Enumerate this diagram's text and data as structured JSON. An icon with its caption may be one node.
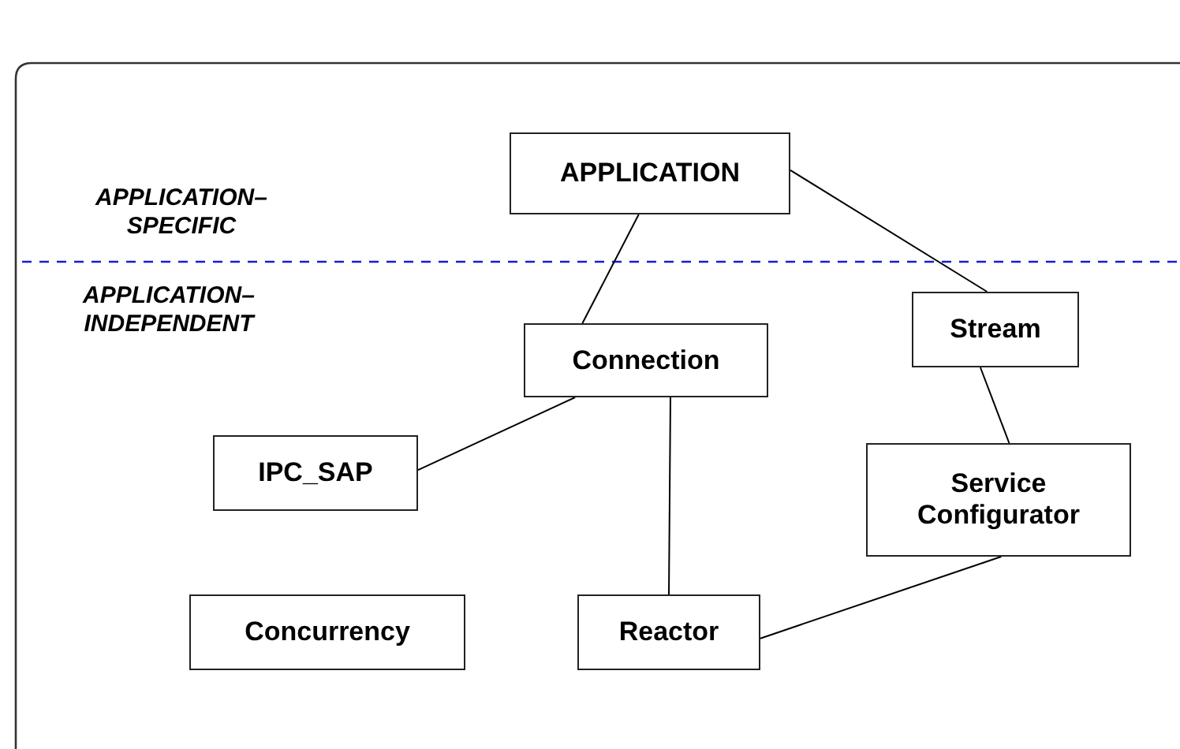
{
  "diagram": {
    "nodes": [
      {
        "text": [
          "APPLICATION"
        ]
      },
      {
        "text": [
          "Stream"
        ]
      },
      {
        "text": [
          "Connection"
        ]
      },
      {
        "text": [
          "IPC_SAP"
        ]
      },
      {
        "text": [
          "Service Configurator"
        ]
      },
      {
        "text": [
          "Concurrency"
        ]
      },
      {
        "text": [
          "Reactor"
        ]
      }
    ],
    "edges": [
      {
        "from": 0,
        "to": 2,
        "arrow": "none"
      },
      {
        "from": 0,
        "to": 1,
        "arrow": "none"
      },
      {
        "from": 2,
        "to": 3,
        "arrow": "none"
      },
      {
        "from": 2,
        "to": 6,
        "arrow": "none"
      },
      {
        "from": 1,
        "to": 4,
        "arrow": "none"
      },
      {
        "from": 4,
        "to": 6,
        "arrow": "none"
      }
    ],
    "labels": [
      "APPLICATION– SPECIFIC",
      "APPLICATION– INDEPENDENT"
    ]
  }
}
